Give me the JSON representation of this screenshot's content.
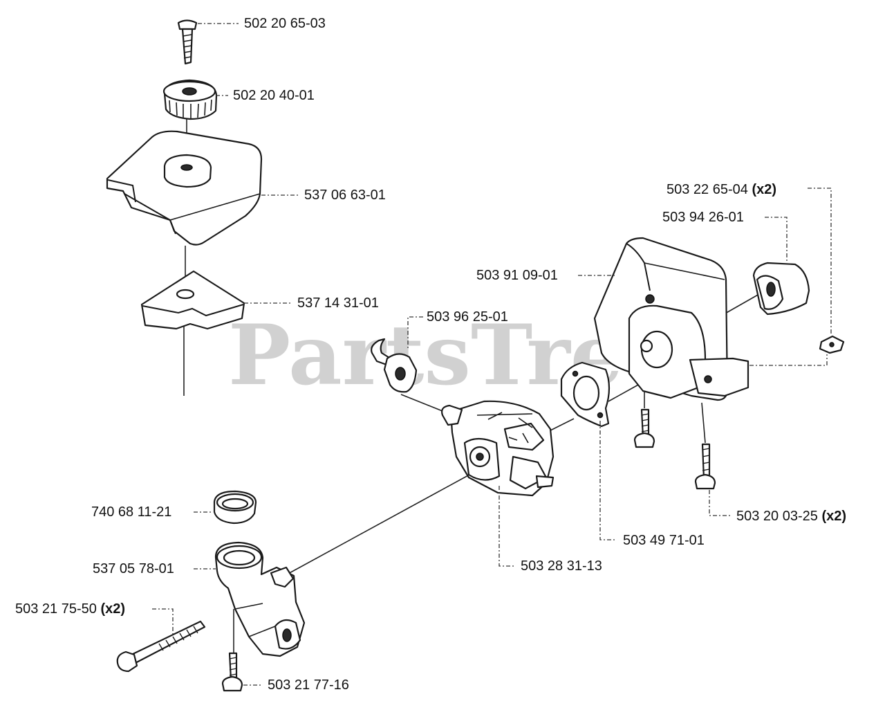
{
  "watermark": "PartsTree",
  "parts": {
    "p1": {
      "number": "502 20 65-03",
      "qty": ""
    },
    "p2": {
      "number": "502 20 40-01",
      "qty": ""
    },
    "p3": {
      "number": "537 06 63-01",
      "qty": ""
    },
    "p4": {
      "number": "503 22 65-04",
      "qty": "(x2)"
    },
    "p5": {
      "number": "503 94 26-01",
      "qty": ""
    },
    "p6": {
      "number": "503 91 09-01",
      "qty": ""
    },
    "p7": {
      "number": "537 14 31-01",
      "qty": ""
    },
    "p8": {
      "number": "503 96 25-01",
      "qty": ""
    },
    "p9": {
      "number": "740 68 11-21",
      "qty": ""
    },
    "p10": {
      "number": "503 20 03-25",
      "qty": "(x2)"
    },
    "p11": {
      "number": "503 49 71-01",
      "qty": ""
    },
    "p12": {
      "number": "537 05 78-01",
      "qty": ""
    },
    "p13": {
      "number": "503 28 31-13",
      "qty": ""
    },
    "p14": {
      "number": "503 21 75-50",
      "qty": "(x2)"
    },
    "p15": {
      "number": "503 21 77-16",
      "qty": ""
    }
  }
}
